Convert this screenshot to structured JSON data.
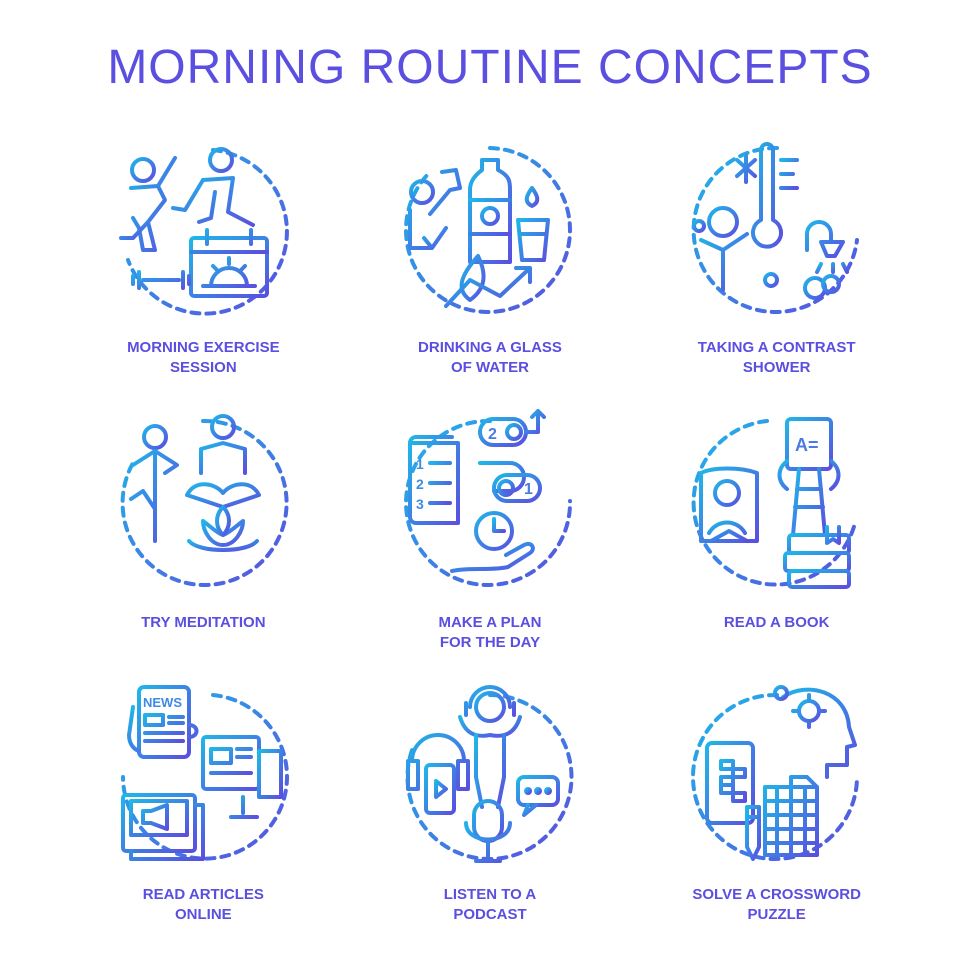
{
  "title": "MORNING ROUTINE CONCEPTS",
  "colors": {
    "gradient_start": "#1fb6e8",
    "gradient_end": "#5a4fe0",
    "label": "#5a4fe0"
  },
  "items": [
    {
      "label": "MORNING EXERCISE\nSESSION",
      "icon": "exercise-icon"
    },
    {
      "label": "DRINKING A GLASS\nOF WATER",
      "icon": "water-icon"
    },
    {
      "label": "TAKING A CONTRAST\nSHOWER",
      "icon": "shower-icon"
    },
    {
      "label": "TRY MEDITATION",
      "icon": "meditation-icon"
    },
    {
      "label": "MAKE A PLAN\nFOR THE DAY",
      "icon": "plan-icon"
    },
    {
      "label": "READ A BOOK",
      "icon": "book-icon"
    },
    {
      "label": "READ ARTICLES\nONLINE",
      "icon": "news-icon"
    },
    {
      "label": "LISTEN TO A\nPODCAST",
      "icon": "podcast-icon"
    },
    {
      "label": "SOLVE A CROSSWORD\nPUZZLE",
      "icon": "crossword-icon"
    }
  ],
  "icon_text": {
    "news": "NEWS",
    "step_two": "2",
    "step_one": "1",
    "list_1": "1",
    "list_2": "2",
    "list_3": "3",
    "ereader": "A="
  }
}
